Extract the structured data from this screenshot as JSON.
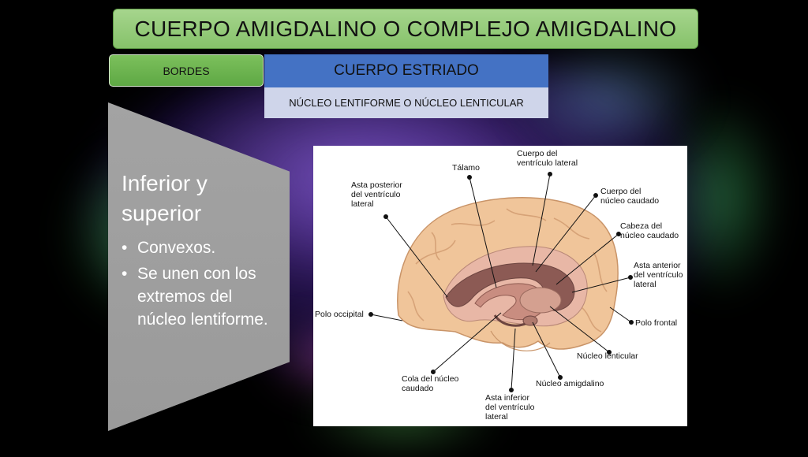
{
  "title": "CUERPO AMIGDALINO O COMPLEJO AMIGDALINO",
  "tag": "BORDES",
  "header": {
    "heading": "CUERPO ESTRIADO",
    "subheading": "NÚCLEO LENTIFORME O NÚCLEO LENTICULAR"
  },
  "chevron": {
    "heading": "Inferior y superior",
    "bullets": [
      "Convexos.",
      "Se unen con los extremos del núcleo lentiforme."
    ]
  },
  "diagram": {
    "labels": {
      "talamo": "Tálamo",
      "cuerpo_ventriculo": "Cuerpo del\nventrículo lateral",
      "asta_posterior": "Asta posterior\ndel ventrículo\nlateral",
      "cuerpo_caudado": "Cuerpo del\nnúcleo caudado",
      "cabeza_caudado": "Cabeza del\nnúcleo caudado",
      "asta_anterior": "Asta anterior\ndel ventrículo\nlateral",
      "polo_occipital": "Polo occipital",
      "polo_frontal": "Polo frontal",
      "nucleo_lenticular": "Núcleo lenticular",
      "cola_caudado": "Cola del núcleo\ncaudado",
      "nucleo_amigdalino": "Núcleo amigdalino",
      "asta_inferior": "Asta inferior\ndel ventrículo\nlateral"
    }
  },
  "colors": {
    "title_green": "#86c26a",
    "heading_blue": "#4472c4",
    "sub_lavender": "#cfd5ea",
    "chevron_gray": "#9e9e9e",
    "brain_skin": "#f0c59a"
  }
}
